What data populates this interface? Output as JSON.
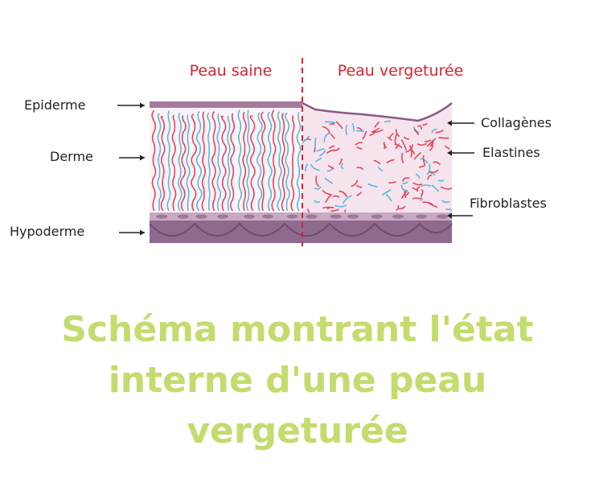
{
  "headers": {
    "left": "Peau saine",
    "right": "Peau vergeturée"
  },
  "labels_left": {
    "epiderme": "Epiderme",
    "derme": "Derme",
    "hypoderme": "Hypoderme"
  },
  "labels_right": {
    "collagenes": "Collagènes",
    "elastines": "Elastines",
    "fibroblastes": "Fibroblastes"
  },
  "caption": "Schéma montrant l'état interne d'une peau vergeturée",
  "colors": {
    "header_red": "#d9232e",
    "collagen_red": "#e0475a",
    "elastin_blue": "#5cb7dc",
    "epidermis": "#a67a9a",
    "hypodermis": "#8f6a90",
    "dermis_bg_right": "#f5e4ee",
    "caption_green": "#c3dc6e",
    "label_text": "#222222"
  }
}
